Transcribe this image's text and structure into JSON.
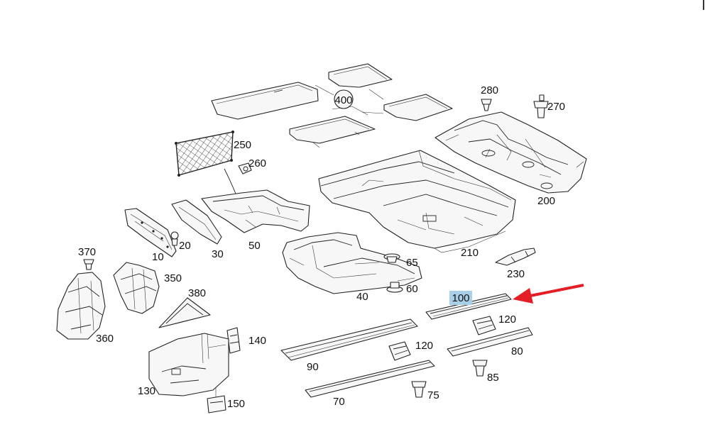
{
  "diagram": {
    "title": "Floor covering parts diagram",
    "highlighted_part": "100",
    "highlight_color": "#a9cfe8",
    "arrow_color": "#e41e26",
    "labels": {
      "p10": "10",
      "p20": "20",
      "p30": "30",
      "p40": "40",
      "p50": "50",
      "p60": "60",
      "p65": "65",
      "p70": "70",
      "p75": "75",
      "p80": "80",
      "p85": "85",
      "p90": "90",
      "p100": "100",
      "p120a": "120",
      "p120b": "120",
      "p130": "130",
      "p140": "140",
      "p150": "150",
      "p200": "200",
      "p210": "210",
      "p230": "230",
      "p250": "250",
      "p260": "260",
      "p270": "270",
      "p280": "280",
      "p350": "350",
      "p360": "360",
      "p370": "370",
      "p380": "380",
      "p400": "400"
    }
  }
}
